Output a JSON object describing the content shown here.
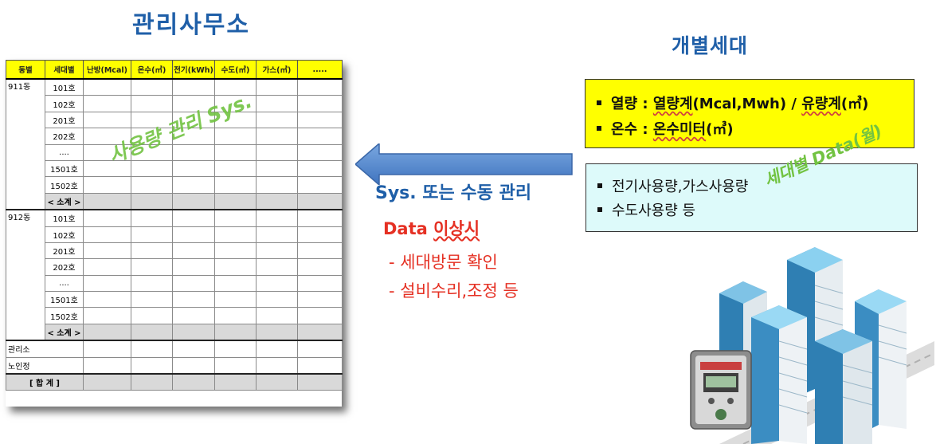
{
  "left_title": "관리사무소",
  "right_title": "개별세대",
  "table": {
    "headers": [
      "동별",
      "세대별",
      "난방(Mcal)",
      "온수(㎥)",
      "전기(kWh)",
      "수도(㎥)",
      "가스(㎥)",
      "....."
    ],
    "blocks": [
      {
        "dong": "911동",
        "units": [
          "101호",
          "102호",
          "201호",
          "202호",
          "....",
          "1501호",
          "1502호"
        ],
        "subtotal": "< 소계 >"
      },
      {
        "dong": "912동",
        "units": [
          "101호",
          "102호",
          "201호",
          "202호",
          "....",
          "1501호",
          "1502호"
        ],
        "subtotal": "< 소계 >"
      }
    ],
    "extra_rows": [
      "관리소",
      "노인정"
    ],
    "total": "[ 합 계 ]"
  },
  "overlay_usage": "사용량 관리 Sys.",
  "flow": {
    "method": "Sys. 또는 수동 관리",
    "anomaly_prefix": "Data ",
    "anomaly_word": "이상시",
    "actions": [
      "- 세대방문 확인",
      "- 설비수리,조정 등"
    ]
  },
  "metered_box": {
    "line1": {
      "prefix": "열량 : ",
      "meter1": "열량계",
      "meter1_units": "(Mcal,Mwh) / ",
      "meter2": "유량계",
      "meter2_units": "(㎥)"
    },
    "line2": {
      "prefix": "온수 : ",
      "meter": "온수미터",
      "units": "(㎥)"
    }
  },
  "usage_box": {
    "lines": [
      "전기사용량,가스사용량",
      "수도사용량 등"
    ]
  },
  "overlay_household": "세대별 Data(월)",
  "colors": {
    "title_blue": "#1f5fa8",
    "alert_red": "#e53023",
    "overlay_green": "#72c342",
    "header_yellow": "#ffff00",
    "box_cyan": "#ddfafa",
    "arrow_blue": "#5b8fd1"
  }
}
